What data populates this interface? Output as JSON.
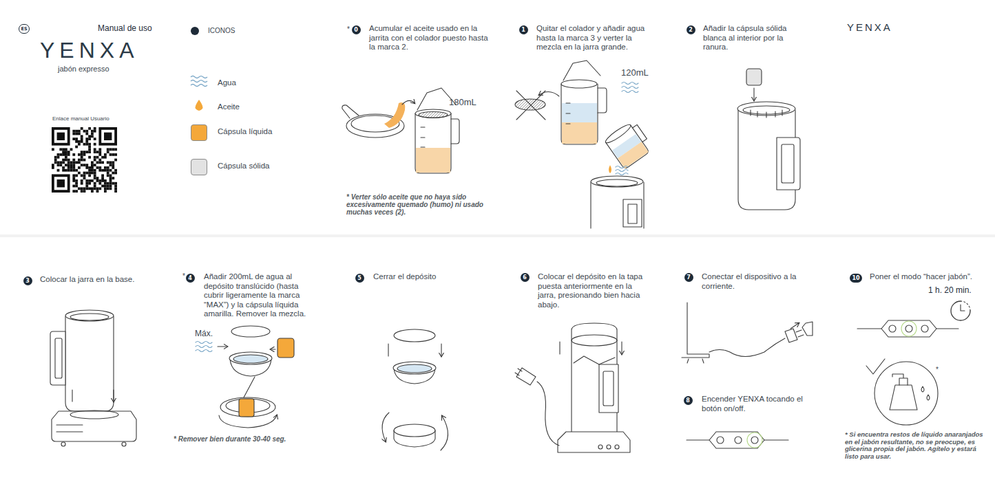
{
  "diagram": {
    "nodes": [
      {
        "text": [
          "ES"
        ]
      },
      {
        "text": [
          "0"
        ]
      },
      {
        "text": [
          "1"
        ]
      },
      {
        "text": [
          "2"
        ]
      },
      {
        "text": [
          "3"
        ]
      },
      {
        "text": [
          "4"
        ]
      },
      {
        "text": [
          "5"
        ]
      },
      {
        "text": [
          "6"
        ]
      },
      {
        "text": [
          "7"
        ]
      },
      {
        "text": [
          "8"
        ]
      },
      {
        "text": [
          "10"
        ]
      }
    ],
    "labels": [
      "Manual de uso",
      "YENXA",
      "jabón expresso",
      "Enlace manual Usuario",
      "ICONOS",
      "*",
      "Acumular el aceite usado en la jarrita con el colador puesto hasta la marca 2.",
      "180mL",
      "* Verter sólo aceite que no haya sido excesivamente quemado (humo) ni usado muchas veces (2).",
      "Quitar el colador y añadir agua hasta la marca 3 y verter la mezcla en la jarra grande.",
      "120mL",
      "Añadir la cápsula sólida blanca al interior por la ranura.",
      "YENXA",
      "Colocar la jarra en la base.",
      "*",
      "Añadir 200mL de agua al depósito translúcido (hasta cubrir ligeramente la marca “MAX”) y la cápsula líquida amarilla. Remover la mezcla.",
      "Máx.",
      "* Remover bien durante 30-40 seg.",
      "Cerrar el depósito",
      "Colocar el depósito en la tapa puesta anteriormente en la jarra, presionando bien hacia abajo.",
      "Conectar el dispositivo a la corriente.",
      "Encender YENXA tocando el botón on/off.",
      "Poner el modo “hacer jabón”.",
      "1 h. 20 min.",
      "*",
      "* Si encuentra restos de líquido anaranjados en el jabón resultante, no se preocupe, es glicerina propia del jabón. Agítelo y estará listo para usar."
    ],
    "legend": [
      {
        "text": "Agua"
      },
      {
        "text": "Aceite"
      },
      {
        "text": "Cápsula líquida",
        "color": "#f4a83a"
      },
      {
        "text": "Cápsula sólida",
        "color": "#e2e2e2"
      }
    ]
  }
}
